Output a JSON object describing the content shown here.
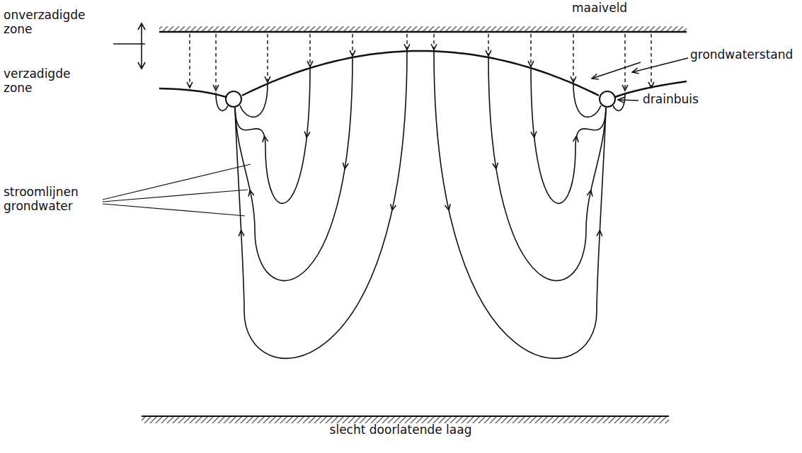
{
  "diagram": {
    "labels": [
      "maaiveld",
      "onverzadigde zone",
      "verzadigde zone",
      "grondwaterstand",
      "drainbuis",
      "stroomlijnen grondwater",
      "slecht doorlatende laag"
    ]
  }
}
